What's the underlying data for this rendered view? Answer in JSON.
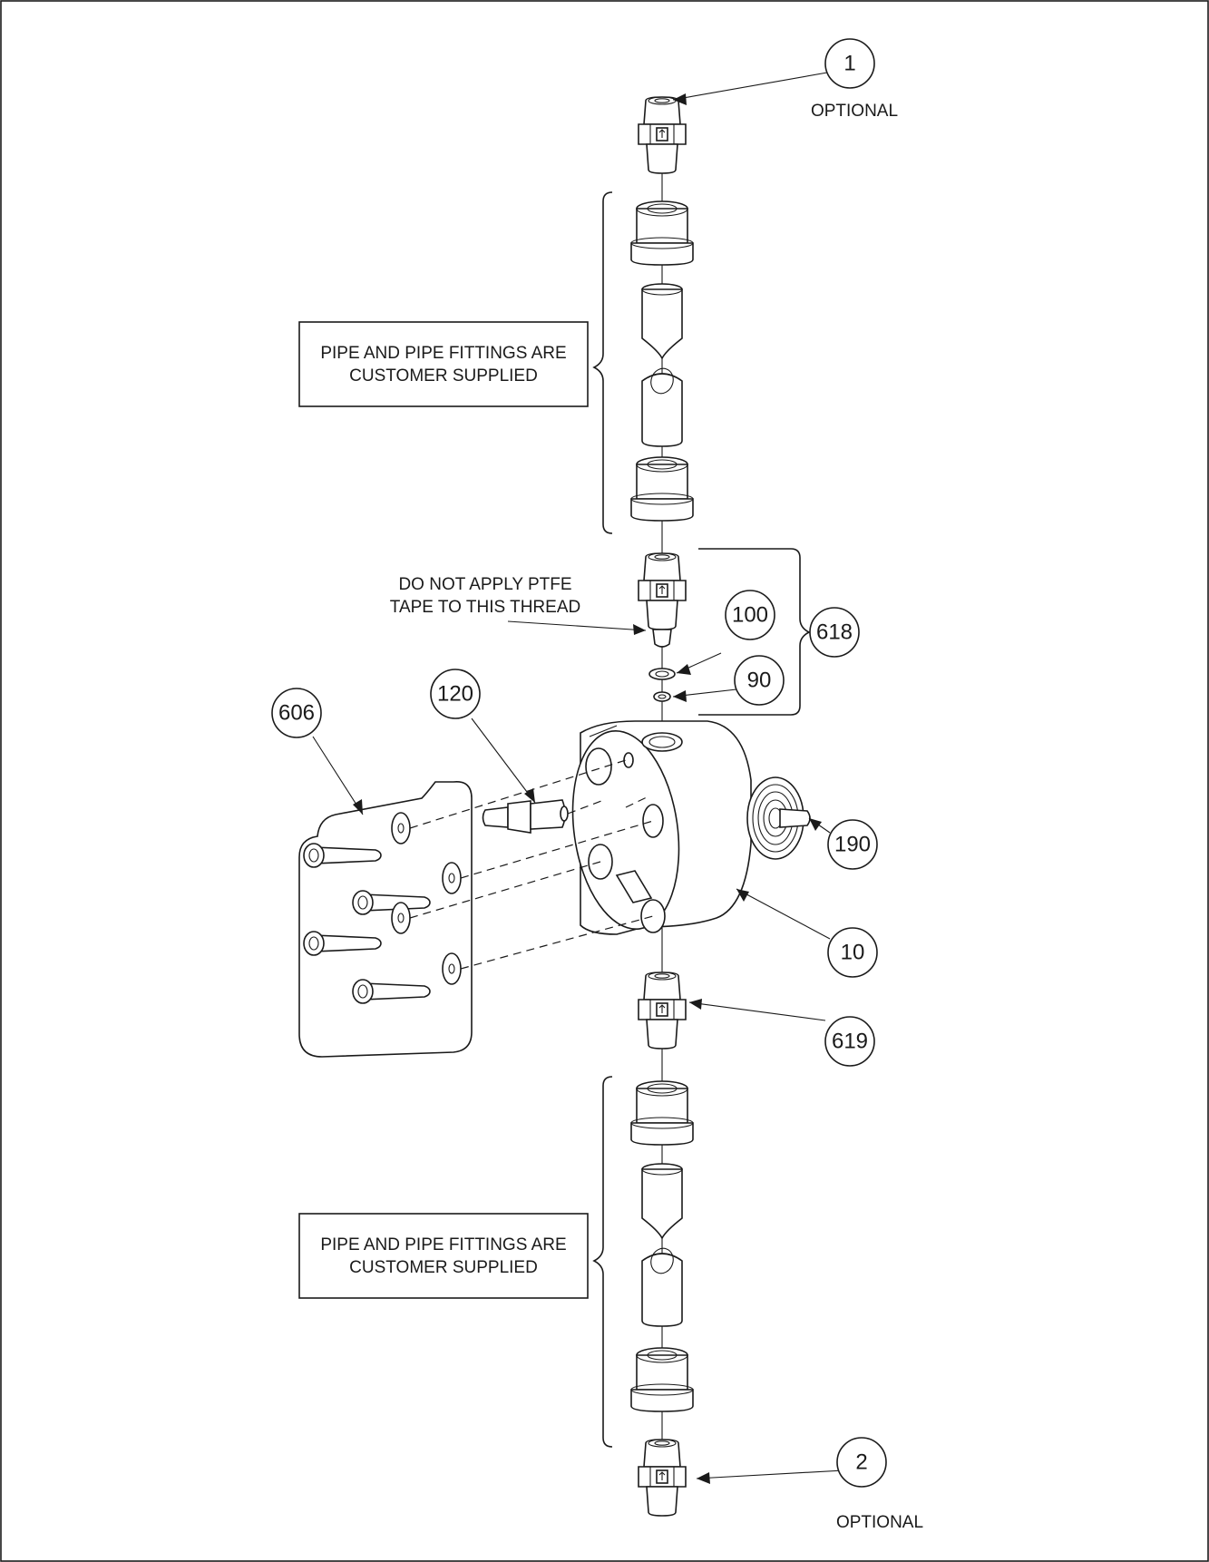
{
  "balloons": {
    "b1": "1",
    "b2": "2",
    "b10": "10",
    "b90": "90",
    "b100": "100",
    "b120": "120",
    "b190": "190",
    "b606": "606",
    "b618": "618",
    "b619": "619"
  },
  "notes": {
    "optional_top": "OPTIONAL",
    "optional_bottom": "OPTIONAL",
    "pipe_note_top_line1": "PIPE AND PIPE FITTINGS ARE",
    "pipe_note_top_line2": "CUSTOMER SUPPLIED",
    "pipe_note_bottom_line1": "PIPE AND PIPE FITTINGS ARE",
    "pipe_note_bottom_line2": "CUSTOMER SUPPLIED",
    "ptfe_line1": "DO NOT APPLY PTFE",
    "ptfe_line2": "TAPE TO THIS THREAD"
  }
}
